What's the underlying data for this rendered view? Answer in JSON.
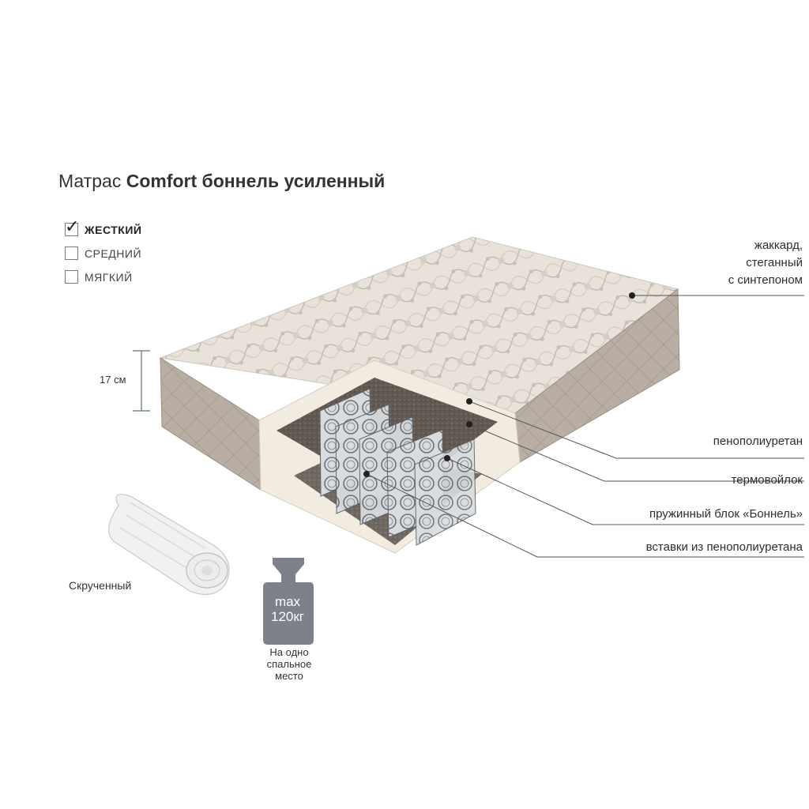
{
  "title": {
    "prefix": "Матрас",
    "bold": "Comfort боннель усиленный"
  },
  "firmness_options": [
    {
      "label": "ЖЕСТКИЙ",
      "checked": true
    },
    {
      "label": "СРЕДНИЙ",
      "checked": false
    },
    {
      "label": "МЯГКИЙ",
      "checked": false
    }
  ],
  "height_label": "17 см",
  "callouts": {
    "cover": [
      "жаккард,",
      "стеганный",
      "с синтепоном"
    ],
    "foam": "пенополиуретан",
    "felt": "термовойлок",
    "springs": "пружинный блок «Боннель»",
    "inserts": "вставки из пенополиуретана"
  },
  "rolled_label": "Скрученный",
  "weight": {
    "line1": "max",
    "line2": "120кг",
    "caption": [
      "На одно",
      "спальное",
      "место"
    ]
  },
  "colors": {
    "cover": "#e7e1d9",
    "side": "#b8ada2",
    "felt": "#6e655d",
    "foam": "#f3ece0",
    "weight": "#7d8189"
  }
}
